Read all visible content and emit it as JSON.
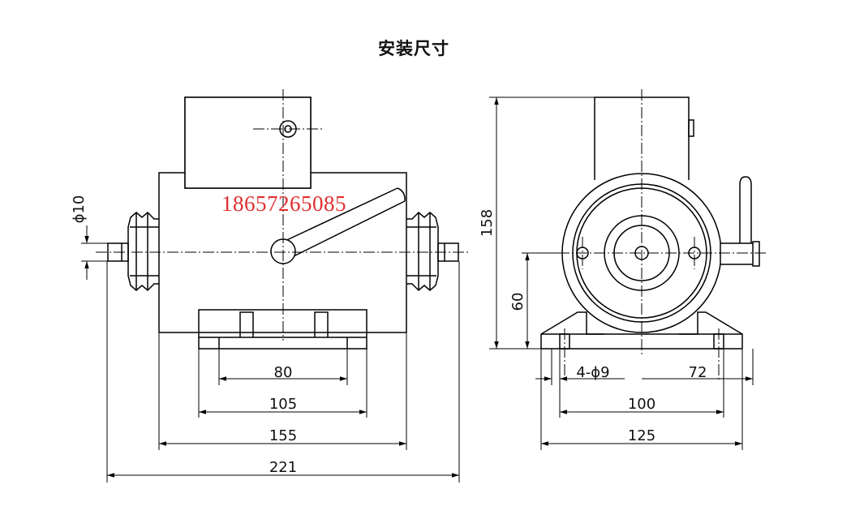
{
  "title": "安装尺寸",
  "watermark_phone": "18657265085",
  "dimensions": {
    "front_view": {
      "shaft_diameter": "ϕ10",
      "bolt_spacing": "80",
      "base_width": "105",
      "body_length": "155",
      "overall_length": "221"
    },
    "side_view": {
      "total_height": "158",
      "center_height": "60",
      "mount_holes": "4-ϕ9",
      "half_foot": "72",
      "foot_spacing": "100",
      "foot_width": "125"
    }
  },
  "colors": {
    "line": "#000000",
    "watermark": "#e03030"
  }
}
